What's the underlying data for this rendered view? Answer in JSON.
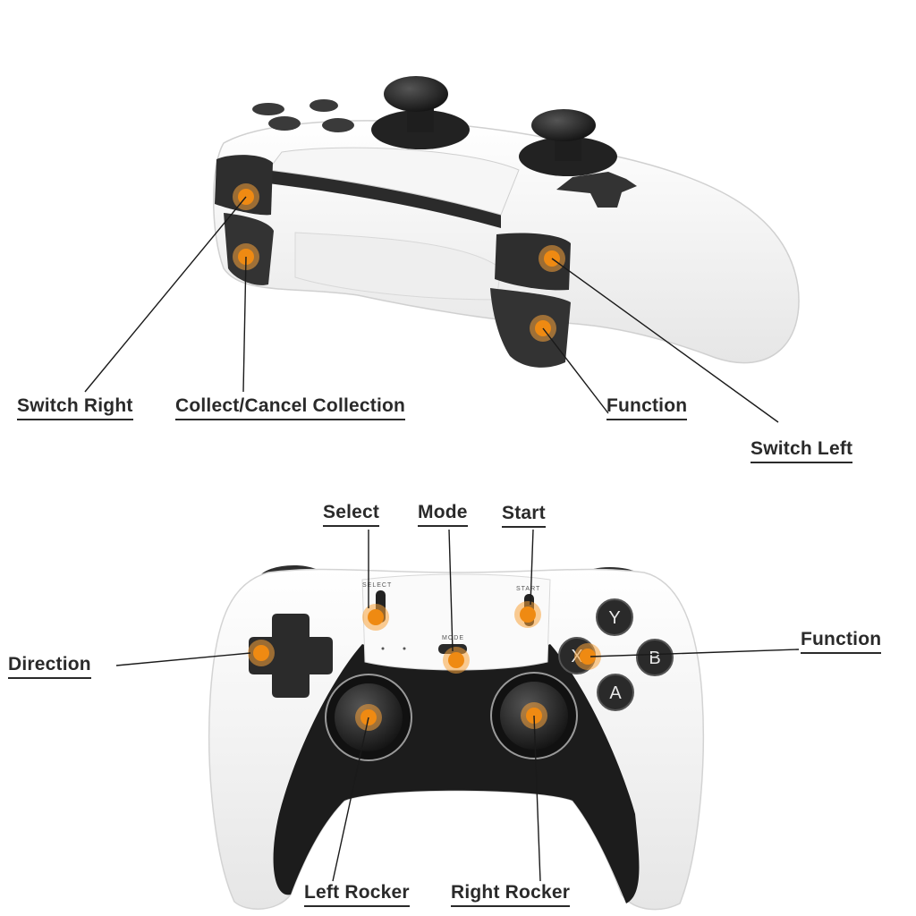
{
  "top_view": {
    "labels": {
      "switch_right": "Switch Right",
      "collect": "Collect/Cancel Collection",
      "function": "Function",
      "switch_left": "Switch Left"
    }
  },
  "front_view": {
    "labels": {
      "select": "Select",
      "mode": "Mode",
      "start": "Start",
      "direction": "Direction",
      "function": "Function",
      "left_rocker": "Left Rocker",
      "right_rocker": "Right Rocker"
    },
    "printed": {
      "select": "SELECT",
      "mode": "MODE",
      "start": "START"
    },
    "face_buttons": {
      "y": "Y",
      "x": "X",
      "b": "B",
      "a": "A"
    }
  },
  "colors": {
    "highlight": "#ef8a12",
    "controller_body": "#ffffff",
    "controller_dark": "#1c1c1c"
  }
}
